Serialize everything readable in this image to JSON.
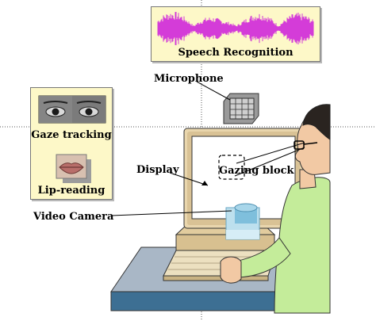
{
  "speech_panel": {
    "caption": "Speech Recognition"
  },
  "gaze_panel": {
    "caption": "Gaze tracking"
  },
  "lip_panel": {
    "caption": "Lip-reading"
  },
  "labels": {
    "microphone": "Microphone",
    "display": "Display",
    "gazing_block": "Gazing block",
    "video_camera": "Video Camera"
  },
  "colors": {
    "panel_fill": "#fdf8c8",
    "waveform": "#d43cd8",
    "monitor_body": "#e9d6ad",
    "screen": "#ffffff",
    "shirt": "#c4ec9a",
    "skin": "#f2c9a4",
    "desk_top": "#a9b7c6",
    "desk_front": "#3d6f93",
    "camera": "#8fc9e2"
  }
}
